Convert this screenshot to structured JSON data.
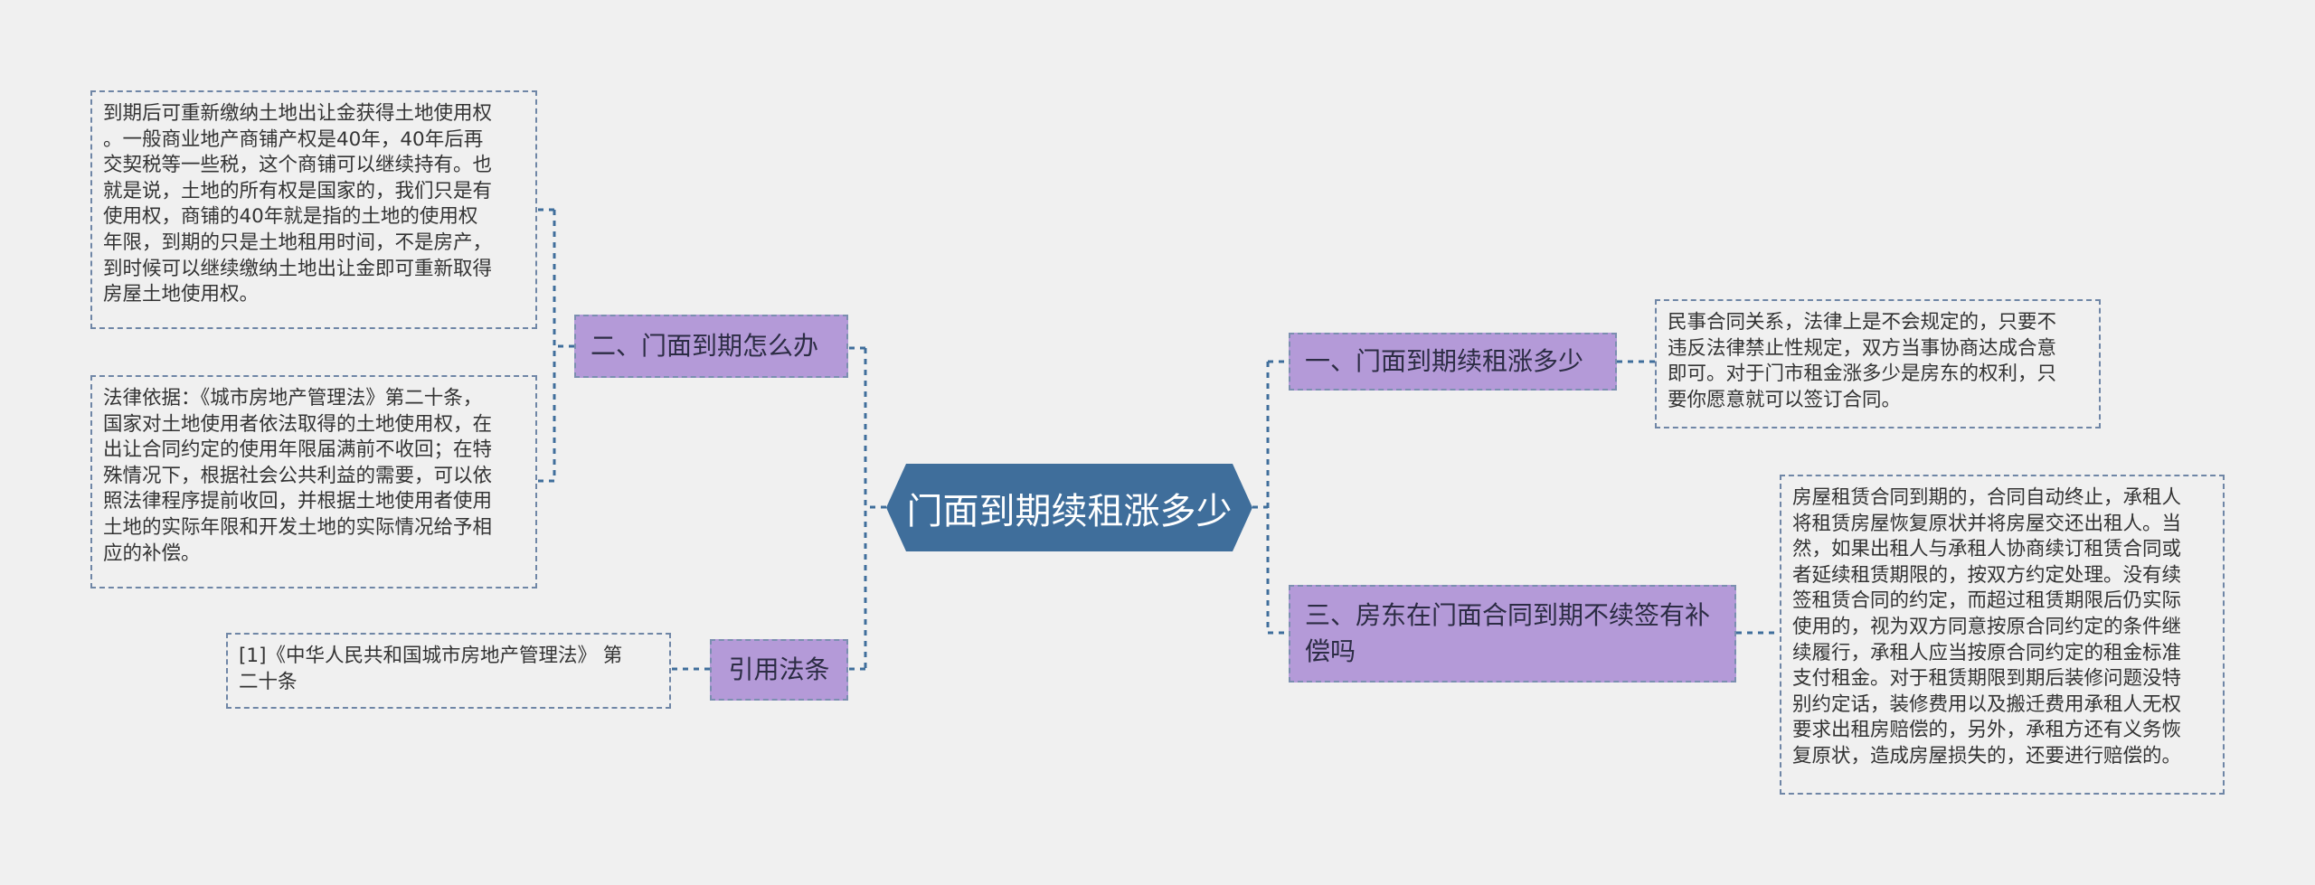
{
  "colors": {
    "background": "#f0f0f0",
    "center_fill": "#3f6e9b",
    "topic_fill": "#b49ad8",
    "connector": "#3f6e9b",
    "dashed_border": "#6f86a6"
  },
  "center": {
    "title": "门面到期续租涨多少"
  },
  "topics": {
    "t1": "一、门面到期续租涨多少",
    "t2": "二、门面到期怎么办",
    "t3": "三、房东在门面合同到期不续签有补偿吗",
    "ref": "引用法条"
  },
  "leaves": {
    "t1_a": "民事合同关系，法律上是不会规定的，只要不\n违反法律禁止性规定，双方当事协商达成合意\n即可。对于门市租金涨多少是房东的权利，只\n要你愿意就可以签订合同。",
    "t2_a": "到期后可重新缴纳土地出让金获得土地使用权\n。一般商业地产商铺产权是40年，40年后再\n交契税等一些税，这个商铺可以继续持有。也\n就是说，土地的所有权是国家的，我们只是有\n使用权，商铺的40年就是指的土地的使用权\n年限，到期的只是土地租用时间，不是房产，\n到时候可以继续缴纳土地出让金即可重新取得\n房屋土地使用权。",
    "t2_b": "法律依据：《城市房地产管理法》第二十条，\n国家对土地使用者依法取得的土地使用权，在\n出让合同约定的使用年限届满前不收回；在特\n殊情况下，根据社会公共利益的需要，可以依\n照法律程序提前收回，并根据土地使用者使用\n土地的实际年限和开发土地的实际情况给予相\n应的补偿。",
    "t3_a": "房屋租赁合同到期的，合同自动终止，承租人\n将租赁房屋恢复原状并将房屋交还出租人。当\n然，如果出租人与承租人协商续订租赁合同或\n者延续租赁期限的，按双方约定处理。没有续\n签租赁合同的约定，而超过租赁期限后仍实际\n使用的，视为双方同意按原合同约定的条件继\n续履行，承租人应当按原合同约定的租金标准\n支付租金。对于租赁期限到期后装修问题没特\n别约定话，装修费用以及搬迁费用承租人无权\n要求出租房赔偿的，另外，承租方还有义务恢\n复原状，造成房屋损失的，还要进行赔偿的。",
    "ref_a": "[1]《中华人民共和国城市房地产管理法》 第\n二十条"
  }
}
